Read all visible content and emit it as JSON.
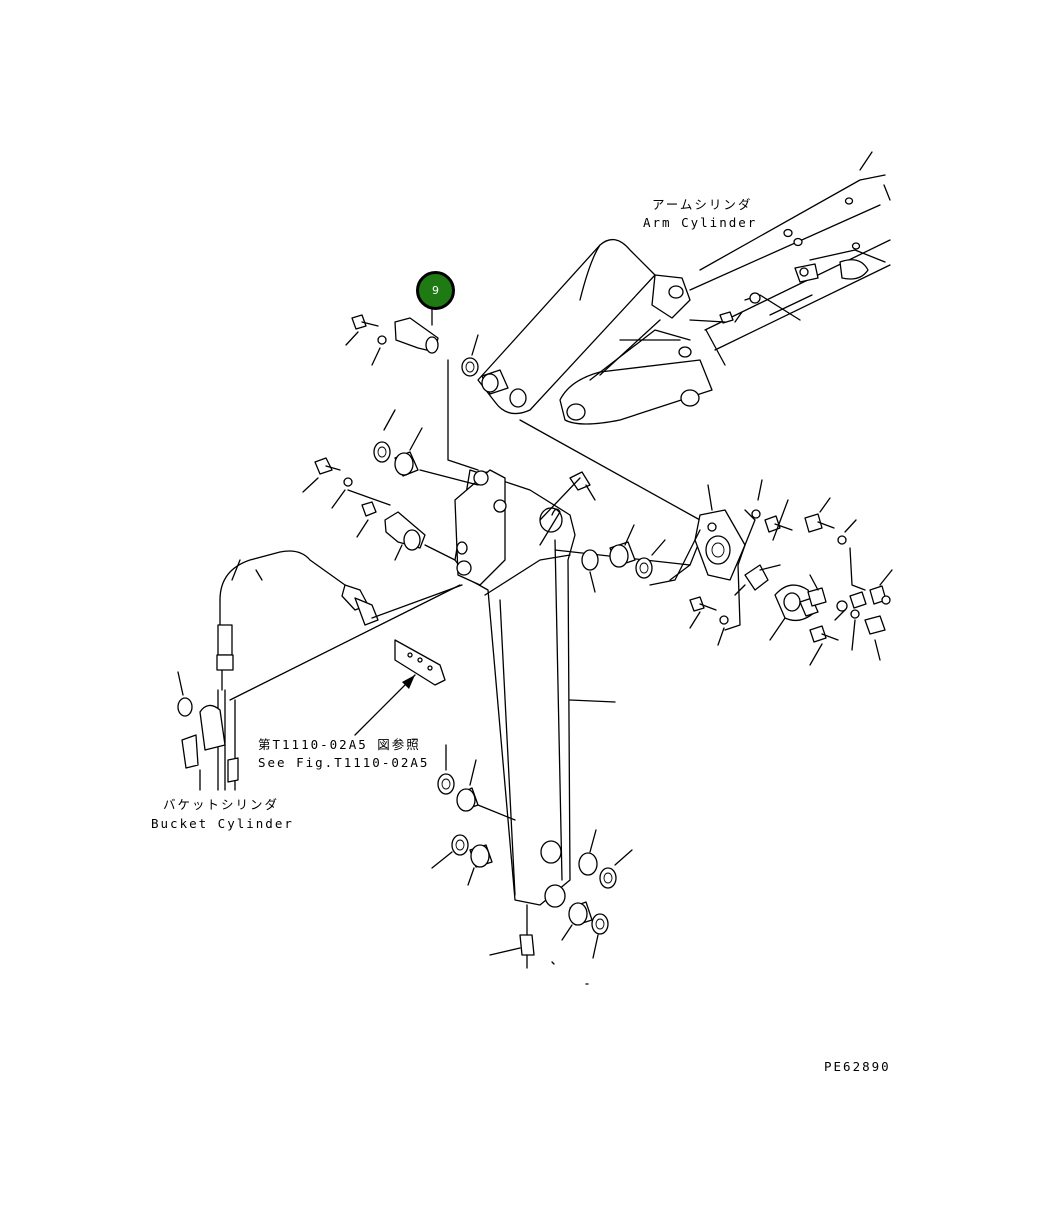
{
  "callout": {
    "number": "9",
    "color": "#1f7a14"
  },
  "labels": {
    "arm_cylinder_jp": "アームシリンダ",
    "arm_cylinder_en": "Arm Cylinder",
    "bucket_cylinder_jp": "バケットシリンダ",
    "bucket_cylinder_en": "Bucket Cylinder",
    "see_fig_jp": "第T1110-02A5 図参照",
    "see_fig_en": "See Fig.T1110-02A5",
    "drawing_code": "PE62890"
  }
}
